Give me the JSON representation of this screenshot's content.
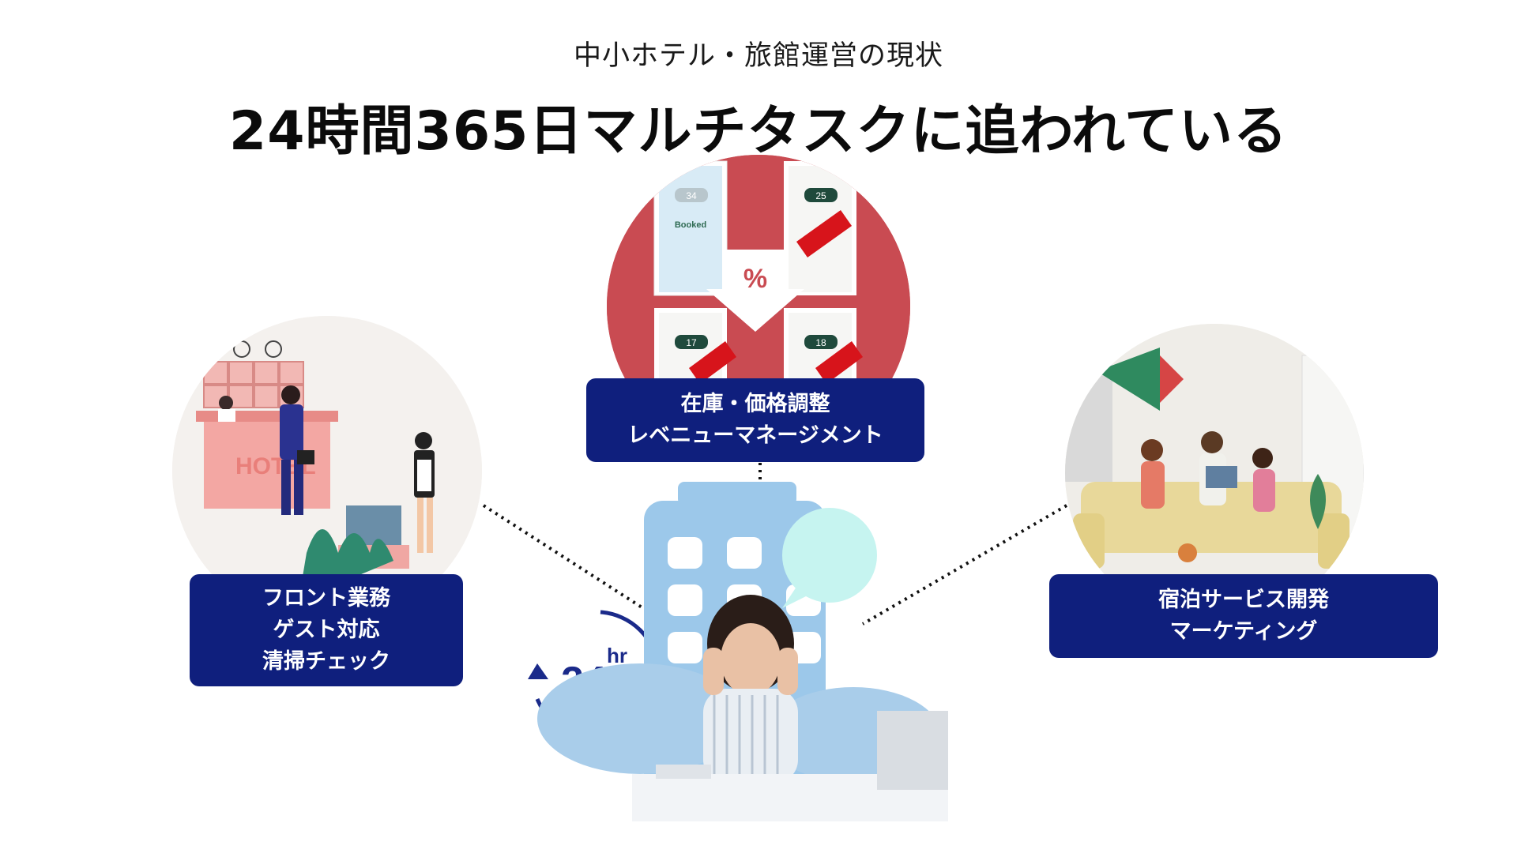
{
  "header": {
    "subtitle": "中小ホテル・旅館運営の現状",
    "title": "24時間365日マルチタスクに追われている"
  },
  "nodes": {
    "front": {
      "lines": [
        "フロント業務",
        "ゲスト対応",
        "清掃チェック"
      ]
    },
    "revenue": {
      "lines": [
        "在庫・価格調整",
        "レベニューマネージメント"
      ],
      "doors": [
        {
          "number": "34",
          "status": "Booked"
        },
        {
          "number": "25"
        },
        {
          "number": "17"
        },
        {
          "number": "18"
        }
      ],
      "discount_symbol": "%"
    },
    "marketing": {
      "lines": [
        "宿泊サービス開発",
        "マーケティング"
      ]
    }
  },
  "front_illustration": {
    "sign": "HOTEL"
  },
  "clock_badge": {
    "number": "24",
    "unit": "hr"
  },
  "colors": {
    "navy": "#0f1f7d",
    "revenue_bg": "#c94b52",
    "tag_red": "#d7141b",
    "building_blue": "#9cc8ea"
  }
}
